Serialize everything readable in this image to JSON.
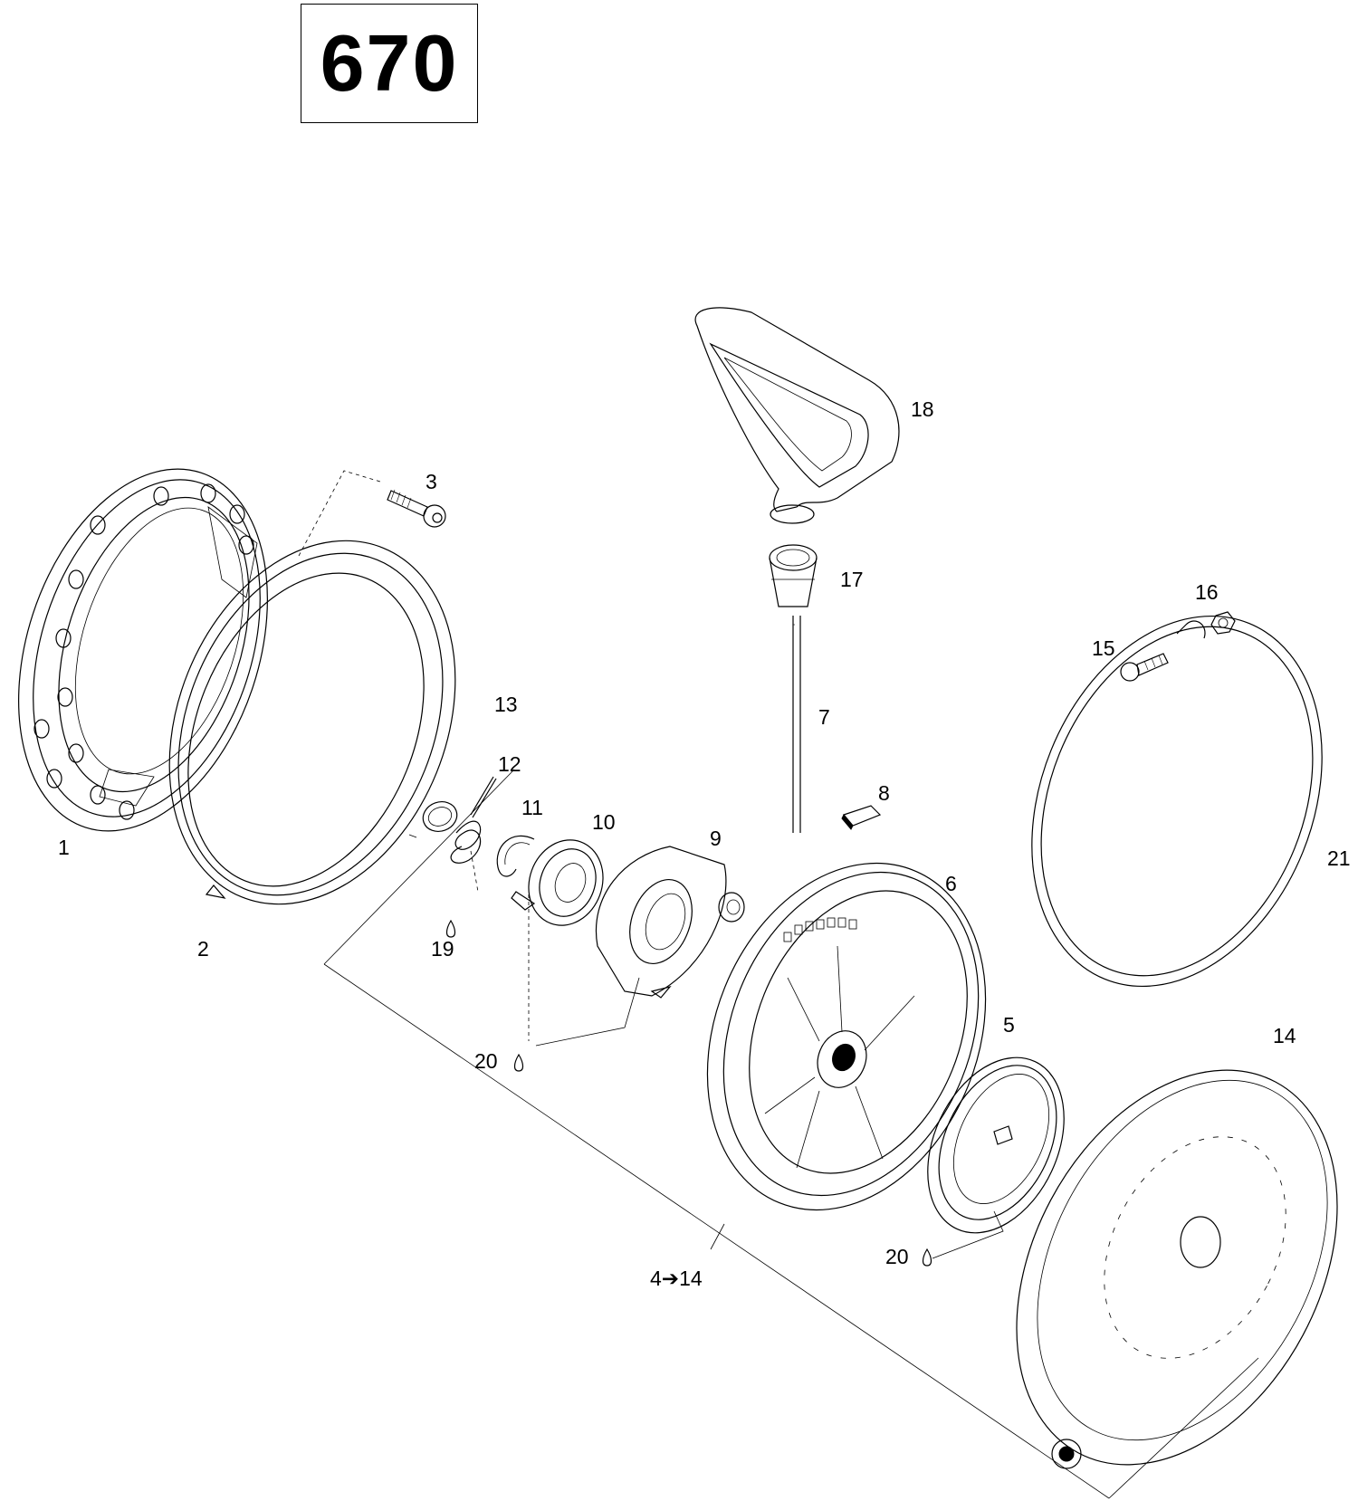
{
  "model_number": "670",
  "labels": {
    "p1": "1",
    "p2": "2",
    "p3": "3",
    "p4_14": "4➔14",
    "p5": "5",
    "p6": "6",
    "p7": "7",
    "p8": "8",
    "p9": "9",
    "p10": "10",
    "p11": "11",
    "p12": "12",
    "p13": "13",
    "p14": "14",
    "p15": "15",
    "p16": "16",
    "p17": "17",
    "p18": "18",
    "p19": "19",
    "p20a": "20",
    "p20b": "20",
    "p21": "21"
  },
  "icons": {
    "lubricant": "droplet-icon"
  }
}
